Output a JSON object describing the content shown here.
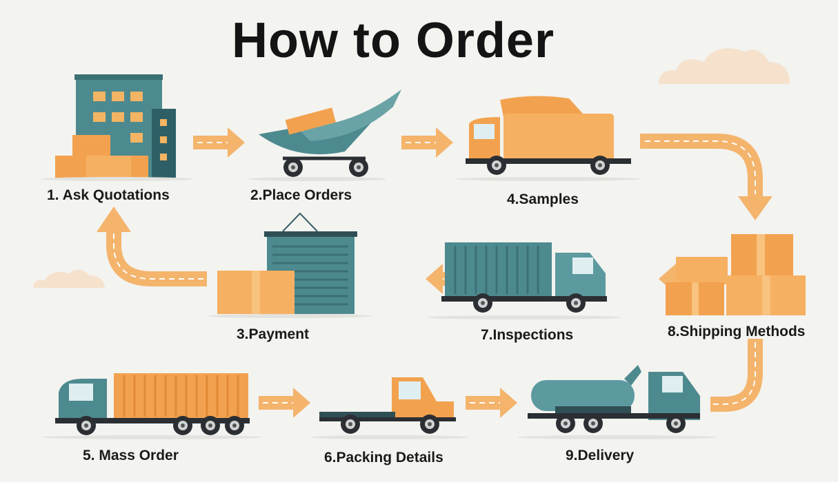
{
  "title": "How to Order",
  "colors": {
    "orange": "#f2a24f",
    "teal": "#4d8a8f",
    "arrow": "#f4b46c",
    "background": "#f3f3f0"
  },
  "steps": [
    {
      "label": "1. Ask Quotations",
      "icon": "office-building-icon"
    },
    {
      "label": "2.Place Orders",
      "icon": "shopping-cart-icon"
    },
    {
      "label": "4.Samples",
      "icon": "delivery-truck-icon"
    },
    {
      "label": "8.Shipping Methods",
      "icon": "stacked-boxes-icon"
    },
    {
      "label": "7.Inspections",
      "icon": "container-truck-icon"
    },
    {
      "label": "3.Payment",
      "icon": "container-box-icon"
    },
    {
      "label": "5. Mass Order",
      "icon": "cargo-truck-icon"
    },
    {
      "label": "6.Packing Details",
      "icon": "flatbed-truck-icon"
    },
    {
      "label": "9.Delivery",
      "icon": "tanker-truck-icon"
    }
  ]
}
